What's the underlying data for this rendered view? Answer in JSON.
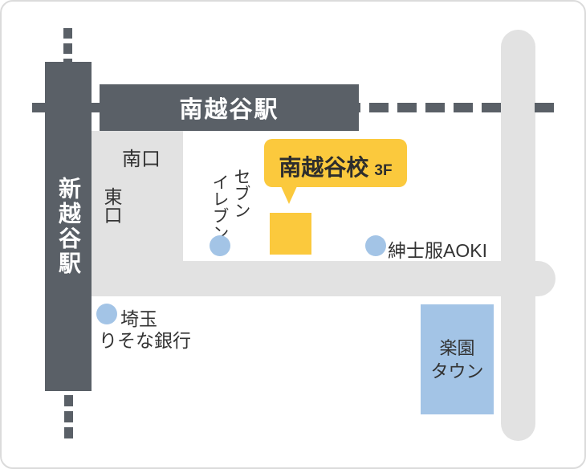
{
  "colors": {
    "dark_gray": "#5A6067",
    "road_gray": "#E2E2E2",
    "accent_yellow": "#FBC93D",
    "landmark_blue": "#A3C4E6",
    "text_dark": "#333333"
  },
  "stations": {
    "shin_koshigaya": "新越谷駅",
    "minami_koshigaya": "南越谷駅"
  },
  "exits": {
    "south": "南口",
    "east": "東口"
  },
  "school_callout": {
    "name": "南越谷校",
    "floor": "3F"
  },
  "landmarks": {
    "seven_eleven": {
      "line1": "セブン",
      "line2": "イレブン"
    },
    "aoki": "紳士服AOKI",
    "resona_bank": {
      "line1": "埼玉",
      "line2": "りそな銀行"
    },
    "rakuen_town": {
      "line1": "楽園",
      "line2": "タウン"
    }
  }
}
